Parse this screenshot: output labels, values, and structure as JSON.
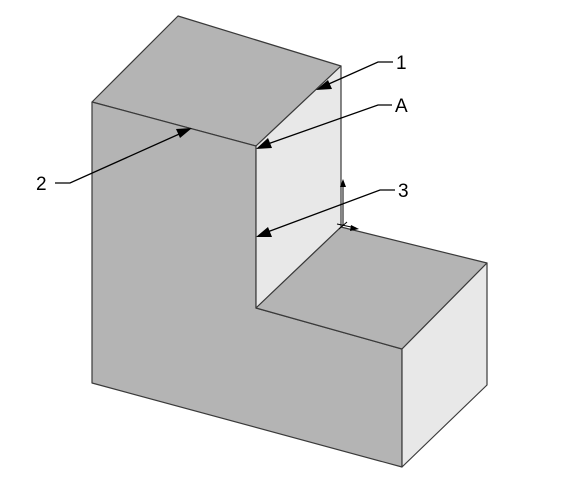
{
  "figure": {
    "callouts": {
      "c1": {
        "label": "1"
      },
      "cA": {
        "label": "A"
      },
      "c2": {
        "label": "2"
      },
      "c3": {
        "label": "3"
      }
    }
  },
  "colors": {
    "top_face": "#b4b4b4",
    "front_face": "#b4b4b4",
    "side_face": "#e8e8e8",
    "step_top_face": "#b4b4b4",
    "edge": "#3a3a3a",
    "annotation": "#000000"
  }
}
